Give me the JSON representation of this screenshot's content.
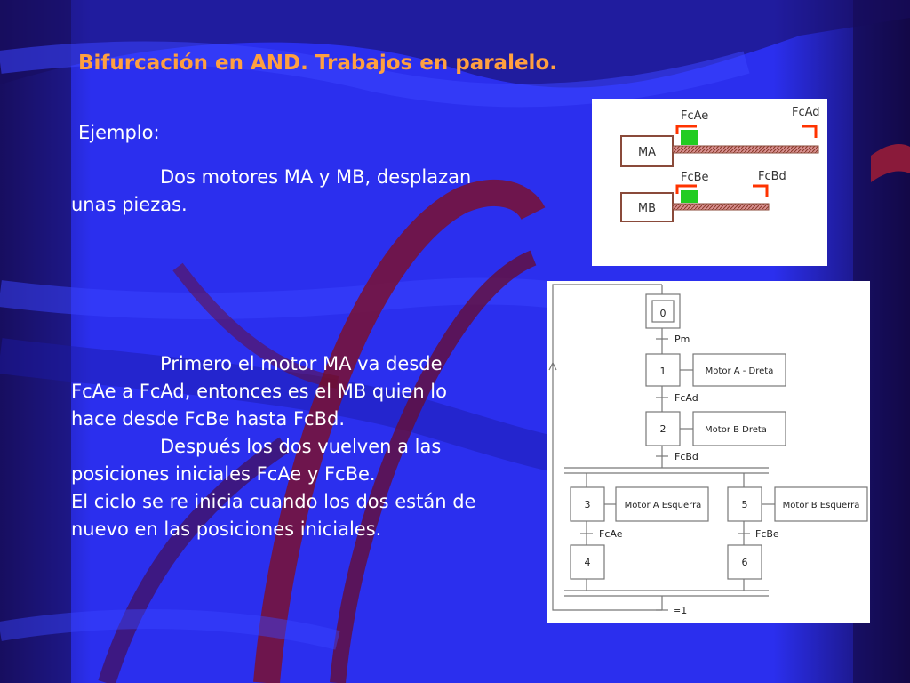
{
  "title": "Bifurcación en AND. Trabajos en paralelo.",
  "ejemplo": "Ejemplo:",
  "para1": {
    "line1": "Dos motores MA y MB, desplazan",
    "line2": "unas piezas."
  },
  "para2": {
    "line1": "Primero el motor MA va desde",
    "line2": "FcAe a FcAd, entonces es el MB quien lo",
    "line3": "hace desde FcBe hasta FcBd.",
    "line4": "Después los dos vuelven a las",
    "line5": "posiciones iniciales FcAe y FcBe.",
    "line6": "El ciclo se re inicia cuando los dos están de",
    "line7": "nuevo en las posiciones iniciales."
  },
  "motors": {
    "ma": "MA",
    "mb": "MB",
    "fcae": "FcAe",
    "fcad": "FcAd",
    "fcbe": "FcBe",
    "fcbd": "FcBd"
  },
  "grafcet": {
    "step0": "0",
    "trans0": "Pm",
    "step1": "1",
    "action1": "Motor A - Dreta",
    "trans1": "FcAd",
    "step2": "2",
    "action2": "Motor B Dreta",
    "trans2": "FcBd",
    "step3": "3",
    "action3": "Motor A Esquerra",
    "trans3": "FcAe",
    "step4": "4",
    "step5": "5",
    "action5": "Motor B Esquerra",
    "trans5": "FcBe",
    "step6": "6",
    "trans_final": "=1"
  },
  "colors": {
    "title": "#ffa040",
    "background": "#2a2ff0",
    "ribbon": "#7a1030",
    "text": "#ffffff",
    "sensor": "#ff3300",
    "actuator": "#22cc22"
  }
}
